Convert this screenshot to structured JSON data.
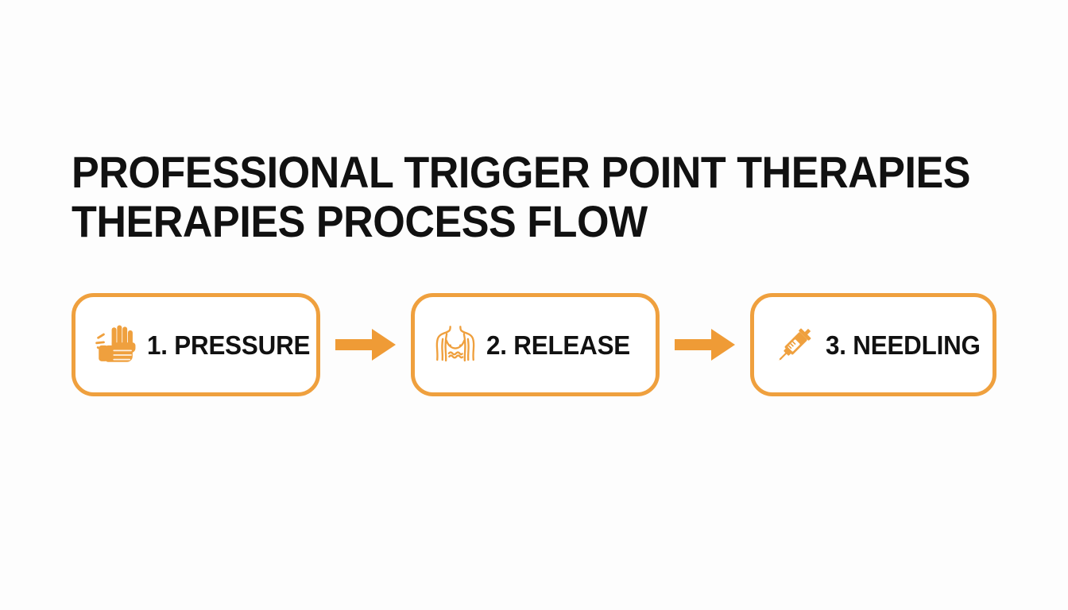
{
  "page": {
    "background_color": "#fdfdfd",
    "title_color": "#111111",
    "accent_color": "#EFA03E",
    "arrow_color": "#EF9B36"
  },
  "title": {
    "line1": "PROFESSIONAL TRIGGER POINT THERAPIES",
    "line2": "THERAPIES PROCESS FLOW"
  },
  "flow": {
    "steps": [
      {
        "label": "1. PRESSURE",
        "icon": "massage-hands-icon"
      },
      {
        "label": "2. RELEASE",
        "icon": "torso-body-icon"
      },
      {
        "label": "3. NEEDLING",
        "icon": "syringe-needle-icon"
      }
    ],
    "arrows": [
      {
        "icon": "arrow-right-icon"
      },
      {
        "icon": "arrow-right-icon"
      }
    ]
  }
}
